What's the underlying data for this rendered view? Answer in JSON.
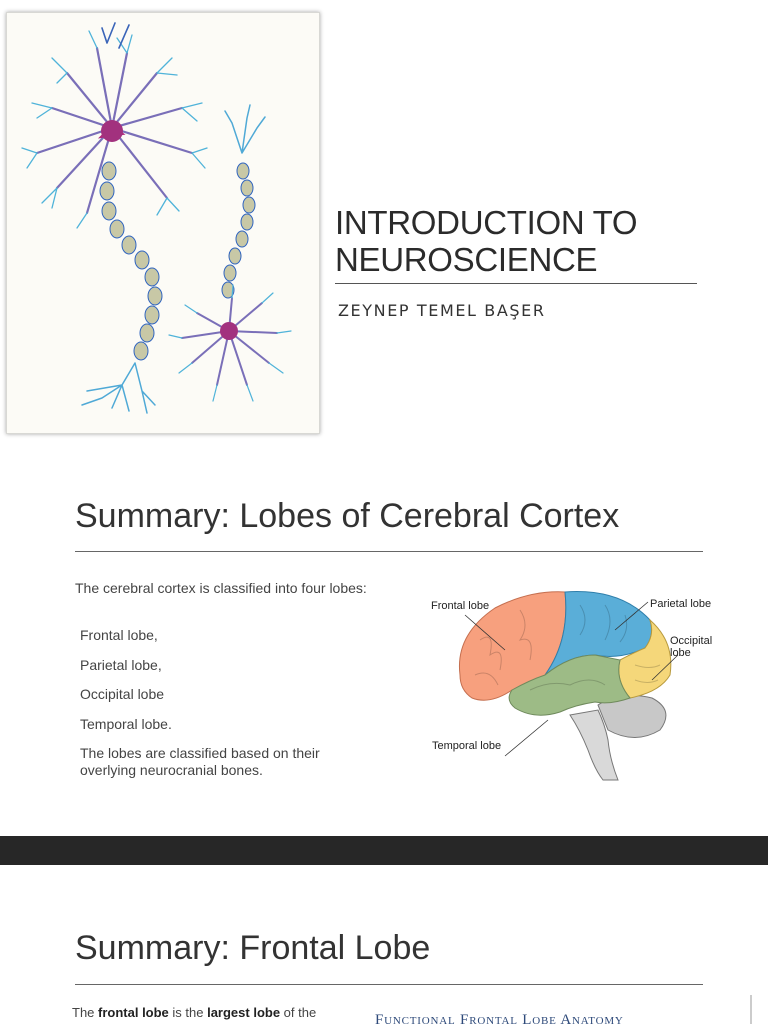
{
  "slides": [
    {
      "title_lines": [
        "INTRODUCTION TO",
        "NEUROSCIENCE"
      ],
      "author": "ZEYNEP TEMEL BAŞER"
    },
    {
      "heading": "Summary: Lobes of Cerebral Cortex",
      "intro": "The cerebral cortex is classified into four lobes:",
      "lobes": [
        "Frontal lobe,",
        "Parietal lobe,",
        "Occipital lobe",
        "Temporal lobe."
      ],
      "basis": "The lobes are classified based on their overlying neurocranial bones.",
      "figure_labels": {
        "frontal": "Frontal lobe",
        "parietal": "Parietal lobe",
        "occipital_line1": "Occipital",
        "occipital_line2": "lobe",
        "temporal": "Temporal lobe"
      },
      "lobe_colors": {
        "frontal": "#f7a07e",
        "parietal": "#5aaed8",
        "occipital": "#f5d77a",
        "temporal": "#9dbb86"
      }
    },
    {
      "heading": "Summary: Frontal Lobe",
      "text_parts": [
        "The ",
        "frontal lobe",
        " is the ",
        "largest lobe",
        " of the"
      ],
      "figure_title": "Functional Frontal Lobe Anatomy"
    }
  ]
}
